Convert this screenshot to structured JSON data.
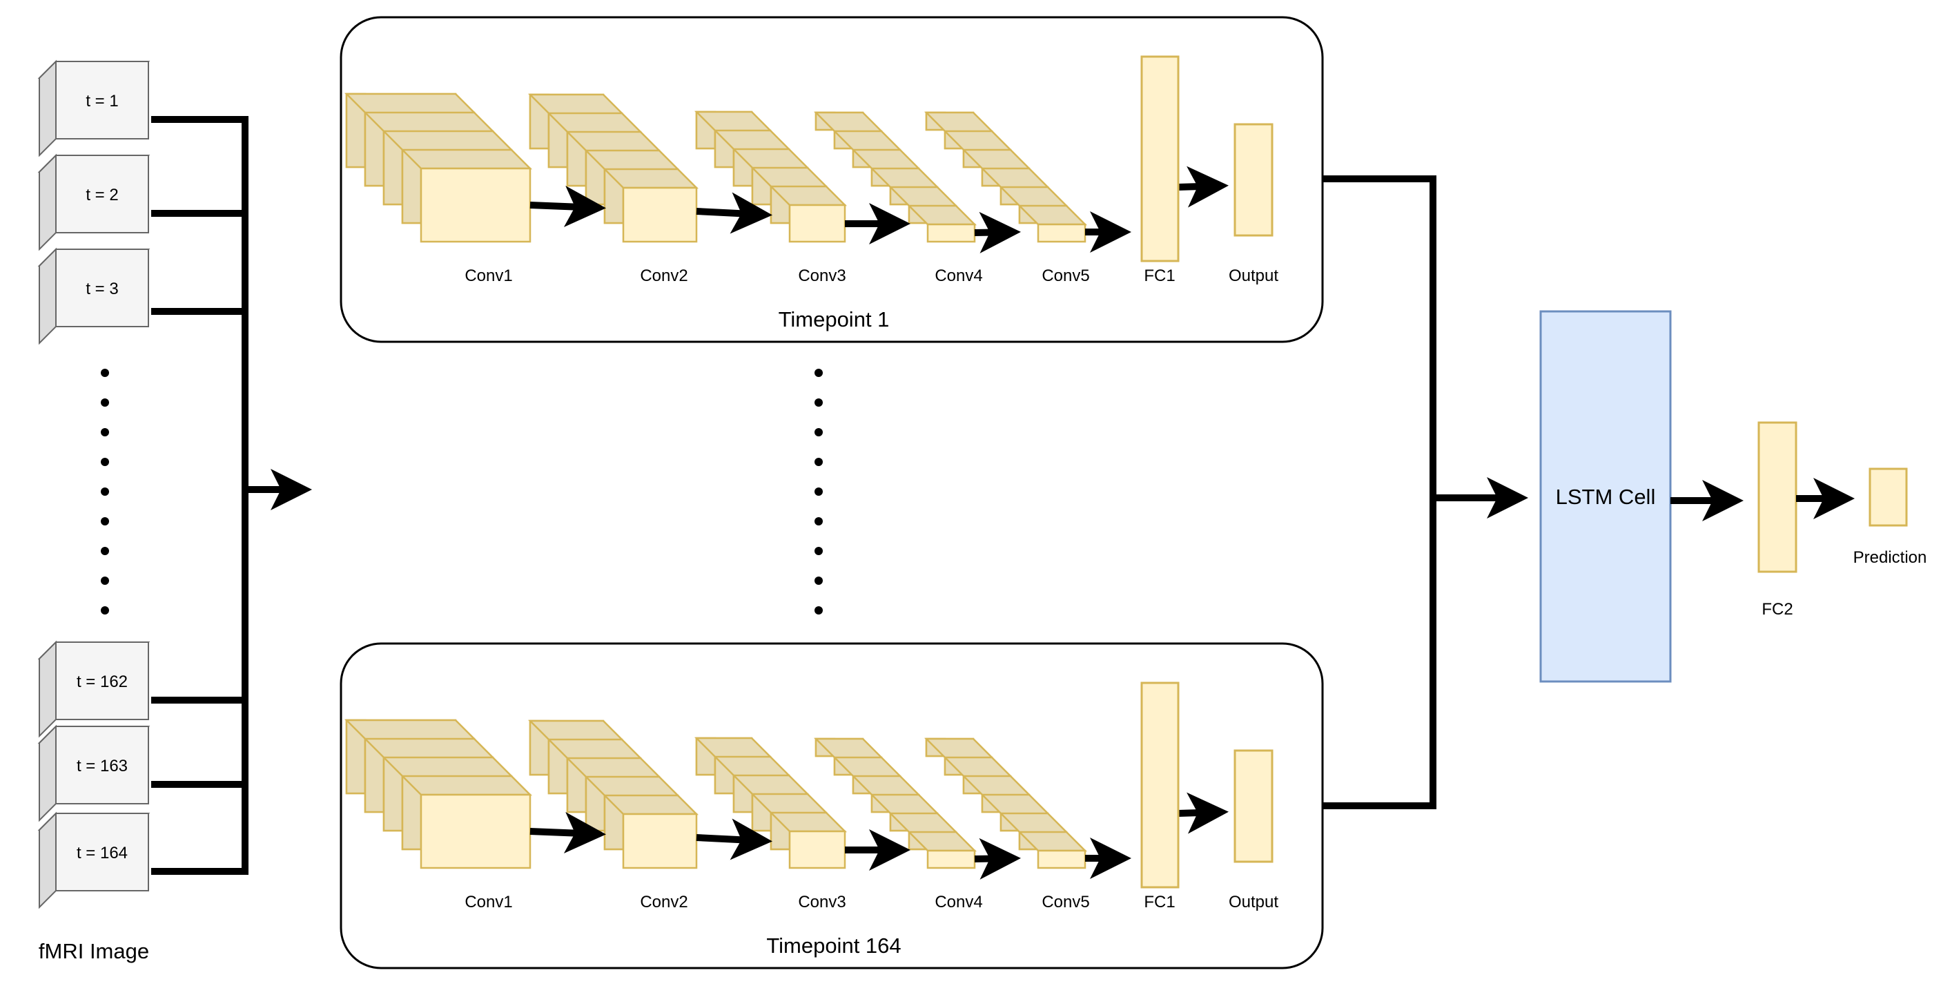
{
  "input_frames": {
    "caption": "fMRI Image",
    "frames_top": [
      "t = 1",
      "t = 2",
      "t = 3"
    ],
    "frames_bottom": [
      "t = 162",
      "t = 163",
      "t = 164"
    ]
  },
  "cnn_blocks": [
    {
      "title": "Timepoint 1",
      "layers": [
        "Conv1",
        "Conv2",
        "Conv3",
        "Conv4",
        "Conv5",
        "FC1",
        "Output"
      ]
    },
    {
      "title": "Timepoint 164",
      "layers": [
        "Conv1",
        "Conv2",
        "Conv3",
        "Conv4",
        "Conv5",
        "FC1",
        "Output"
      ]
    }
  ],
  "lstm": {
    "label": "LSTM Cell"
  },
  "fc2": {
    "label": "FC2"
  },
  "prediction": {
    "label": "Prediction"
  },
  "colors": {
    "layer_fill": "#fff2cc",
    "layer_side": "#e8dcb6",
    "layer_stroke": "#d6b656",
    "lstm_fill": "#dae8fc",
    "lstm_stroke": "#6c8ebf",
    "frame_front": "#f5f5f5",
    "frame_side": "#dcdcdc",
    "frame_stroke": "#666666"
  }
}
